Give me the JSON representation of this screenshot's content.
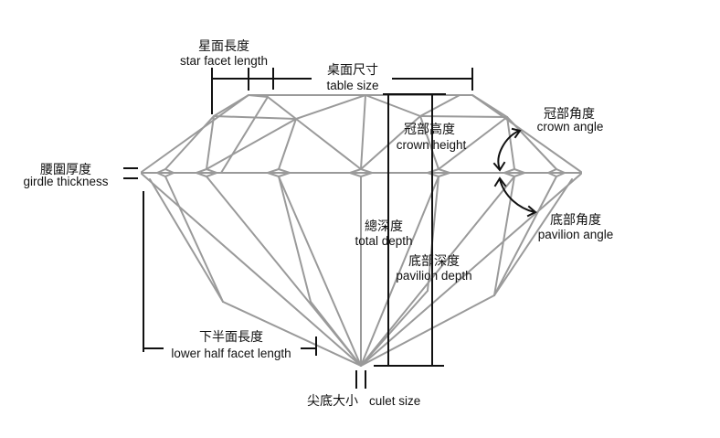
{
  "labels": {
    "star_facet_length": {
      "zh": "星面長度",
      "en": "star facet length"
    },
    "table_size": {
      "zh": "桌面尺寸",
      "en": "table size"
    },
    "crown_height": {
      "zh": "冠部高度",
      "en": "crown height"
    },
    "crown_angle": {
      "zh": "冠部角度",
      "en": "crown angle"
    },
    "girdle_thickness": {
      "zh": "腰圍厚度",
      "en": "girdle thickness"
    },
    "total_depth": {
      "zh": "總深度",
      "en": "total depth"
    },
    "pavilion_depth": {
      "zh": "底部深度",
      "en": "pavilion depth"
    },
    "pavilion_angle": {
      "zh": "底部角度",
      "en": "pavilion angle"
    },
    "lower_half_facet_length": {
      "zh": "下半面長度",
      "en": "lower half facet length"
    },
    "culet_size": {
      "zh": "尖底大小",
      "en": "culet size"
    }
  },
  "colors": {
    "outline": "#9a9a9a",
    "measure": "#111111",
    "text": "#111111"
  }
}
